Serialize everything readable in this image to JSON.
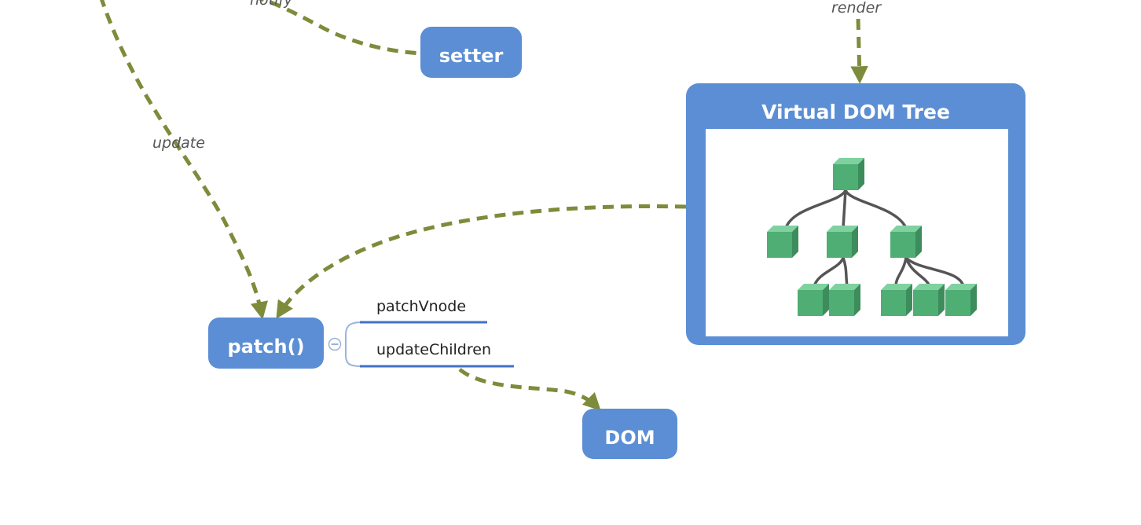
{
  "nodes": {
    "setter": "setter",
    "patch": "patch()",
    "dom": "DOM",
    "vdom_title": "Virtual DOM Tree"
  },
  "edge_labels": {
    "notify": "notify",
    "render": "render",
    "update": "update"
  },
  "branches": {
    "patch_vnode": "patchVnode",
    "update_children": "updateChildren",
    "collapse_symbol": "⊖"
  },
  "colors": {
    "node_fill": "#5b8ed4",
    "arrow": "#7d8c3b",
    "cube_front": "#4fae74",
    "cube_top": "#7fd2a0",
    "cube_side": "#3d8c5b",
    "tree_line": "#555555",
    "branch_line": "#4472c4"
  }
}
